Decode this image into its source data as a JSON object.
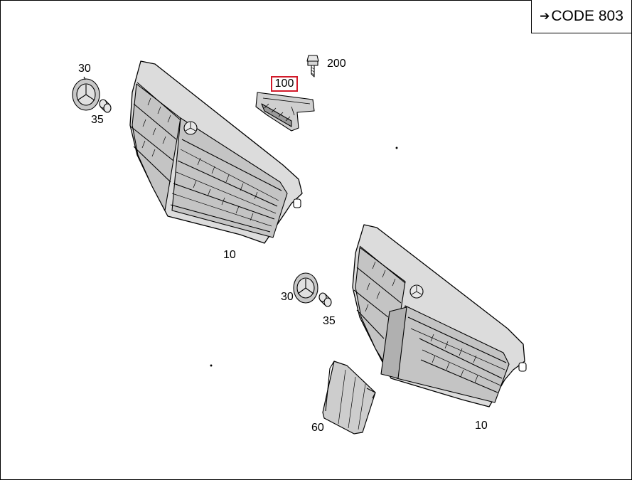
{
  "code_box": {
    "arrow": "➔",
    "text": "CODE 803"
  },
  "labels": {
    "l30a": "30",
    "l35a": "35",
    "l200": "200",
    "l100": "100",
    "l10a": "10",
    "l30b": "30",
    "l35b": "35",
    "l60": "60",
    "l10b": "10"
  },
  "highlight_color": "#d21a2a"
}
